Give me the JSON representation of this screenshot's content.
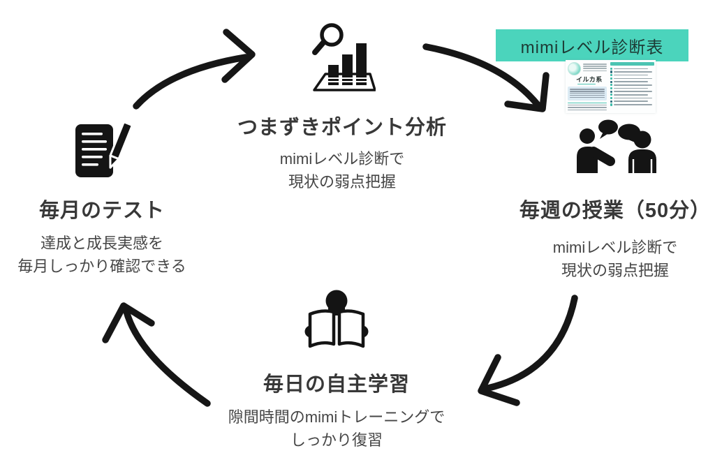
{
  "diagram": {
    "accent_teal": "#4BD4BC",
    "ink_color": "#161616",
    "banner": {
      "label": "mimiレベル診断表"
    },
    "sheet": {
      "type_name": "イルカ系"
    },
    "nodes": [
      {
        "id": "monthly-test",
        "icon": "notepad-pencil-icon",
        "title": "毎月のテスト",
        "lines": [
          "達成と成長実感を",
          "毎月しっかり確認できる"
        ]
      },
      {
        "id": "stumble-analysis",
        "icon": "chart-magnifier-icon",
        "title": "つまずきポイント分析",
        "lines": [
          "mimiレベル診断で",
          "現状の弱点把握"
        ]
      },
      {
        "id": "weekly-lesson",
        "icon": "conversation-icon",
        "title": "毎週の授業（50分）",
        "lines": [
          "mimiレベル診断で",
          "現状の弱点把握"
        ]
      },
      {
        "id": "daily-study",
        "icon": "open-book-reader-icon",
        "title": "毎日の自主学習",
        "lines": [
          "隙間時間のmimiトレーニングで",
          "しっかり復習"
        ]
      }
    ]
  }
}
